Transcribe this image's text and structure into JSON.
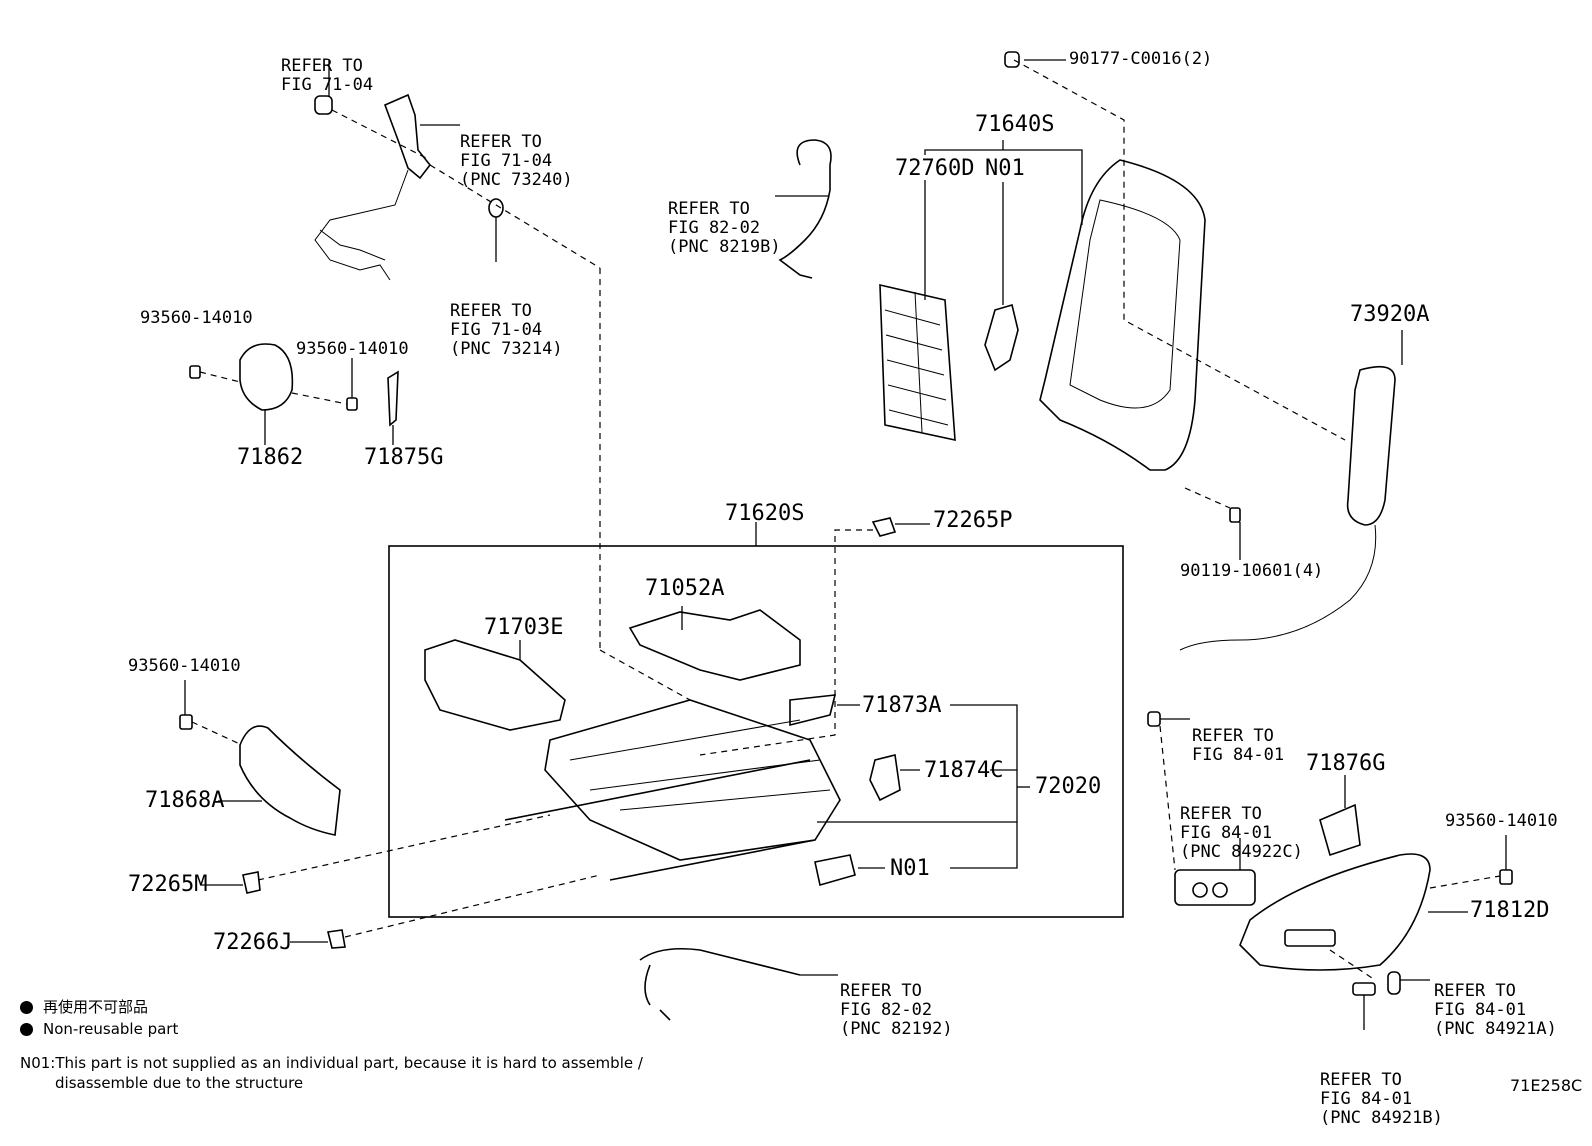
{
  "parts": {
    "p71640S": "71640S",
    "p72760D": "72760D",
    "pN01top": "N01",
    "p73920A": "73920A",
    "p90177": "90177-C0016(2)",
    "p90119": "90119-10601(4)",
    "p93560a": "93560-14010",
    "p93560b": "93560-14010",
    "p93560c": "93560-14010",
    "p93560d": "93560-14010",
    "p71862": "71862",
    "p71875G": "71875G",
    "p71620S": "71620S",
    "p72265P": "72265P",
    "p71052A": "71052A",
    "p71703E": "71703E",
    "p71873A": "71873A",
    "p71874C": "71874C",
    "p72020": "72020",
    "pN01bot": "N01",
    "p71868A": "71868A",
    "p72265M": "72265M",
    "p72266J": "72266J",
    "p71876G": "71876G",
    "p71812D": "71812D",
    "code": "71E258C"
  },
  "refs": {
    "r1": [
      "REFER TO",
      "FIG 71-04"
    ],
    "r2": [
      "REFER TO",
      "FIG 71-04",
      "(PNC 73240)"
    ],
    "r3": [
      "REFER TO",
      "FIG 71-04",
      "(PNC 73214)"
    ],
    "r4": [
      "REFER TO",
      "FIG 82-02",
      "(PNC 8219B)"
    ],
    "r5": [
      "REFER TO",
      "FIG 84-01"
    ],
    "r6": [
      "REFER TO",
      "FIG 84-01",
      "(PNC 84922C)"
    ],
    "r7": [
      "REFER TO",
      "FIG 82-02",
      "(PNC 82192)"
    ],
    "r8": [
      "REFER TO",
      "FIG 84-01",
      "(PNC 84921A)"
    ],
    "r9": [
      "REFER TO",
      "FIG 84-01",
      "(PNC 84921B)"
    ]
  },
  "legend": {
    "jp": "再使用不可部品",
    "en": "Non-reusable part",
    "note_line1": "N01:This part is not supplied as an individual part, because it is hard to assemble /",
    "note_line2": "disassemble due to the structure"
  }
}
